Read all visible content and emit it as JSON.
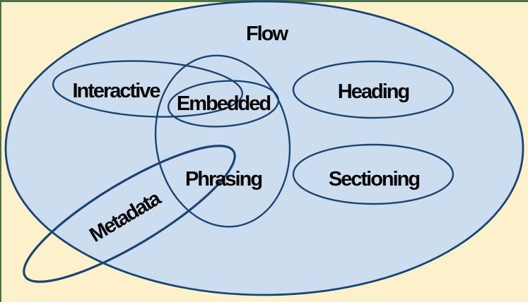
{
  "diagram": {
    "type": "euler-diagram",
    "sets": [
      {
        "id": "flow",
        "label": "Flow"
      },
      {
        "id": "interactive",
        "label": "Interactive"
      },
      {
        "id": "embedded",
        "label": "Embedded"
      },
      {
        "id": "heading",
        "label": "Heading"
      },
      {
        "id": "phrasing",
        "label": "Phrasing"
      },
      {
        "id": "sectioning",
        "label": "Sectioning"
      },
      {
        "id": "metadata",
        "label": "Metadata"
      }
    ],
    "colors": {
      "background": "#fdf1cb",
      "flow_fill": "#cdddf0",
      "ellipse_stroke": "#1a4472",
      "frame_border": "#4b7249",
      "label_text": "#060606"
    }
  }
}
